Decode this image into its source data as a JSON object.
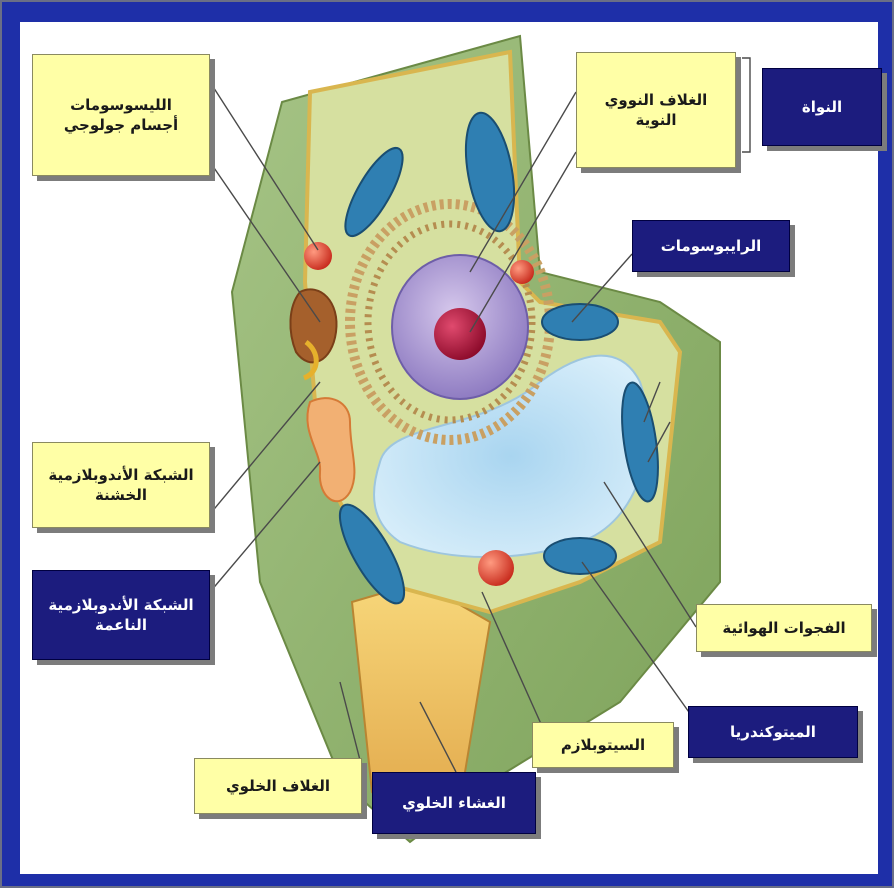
{
  "labels": {
    "lysosomes": "الليسوسومات",
    "golgi": "أجسام جولوجي",
    "nuclear_envelope": "الغلاف النووي",
    "nucleolus": "النوية",
    "nucleus": "النواة",
    "ribosomes": "الرايبوسومات",
    "rough_er": "الشبكة الأندوبلازمية الخشنة",
    "smooth_er": "الشبكة الأندوبلازمية الناعمة",
    "vacuoles": "الفجوات الهوائية",
    "mitochondria": "الميتوكندريا",
    "cytoplasm": "السيتوبلازم",
    "cell_wall": "الغلاف الخلوي",
    "cell_membrane": "الغشاء الخلوي"
  },
  "colors": {
    "frame": "#1e2fa8",
    "light_label": "#ffffa6",
    "dark_label": "#1c1c7e",
    "cell_wall": "#8fb56a",
    "cytoplasm": "#d6e0a0",
    "vacuole": "#bfe4f5",
    "nucleolus": "#b3123a",
    "lysosome": "#e2503c",
    "mitochondria": "#2f7fb2"
  }
}
